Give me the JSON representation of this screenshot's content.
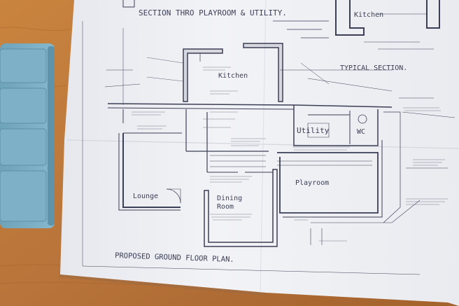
{
  "drawing": {
    "section_title": "SECTION THRO PLAYROOM & UTILITY.",
    "typical_section": "TYPICAL SECTION.",
    "plan_title": "PROPOSED GROUND FLOOR PLAN.",
    "rooms": {
      "kitchen_top": "Kitchen",
      "kitchen": "Kitchen",
      "utility": "Utility",
      "wc": "WC",
      "lounge": "Lounge",
      "dining_line1": "Dining",
      "dining_line2": "Room",
      "playroom": "Playroom"
    }
  },
  "colors": {
    "table": "#b8773a",
    "paper": "#eef0f4",
    "ink": "#3a3f55",
    "tablet_case": "#7fb2c9"
  }
}
